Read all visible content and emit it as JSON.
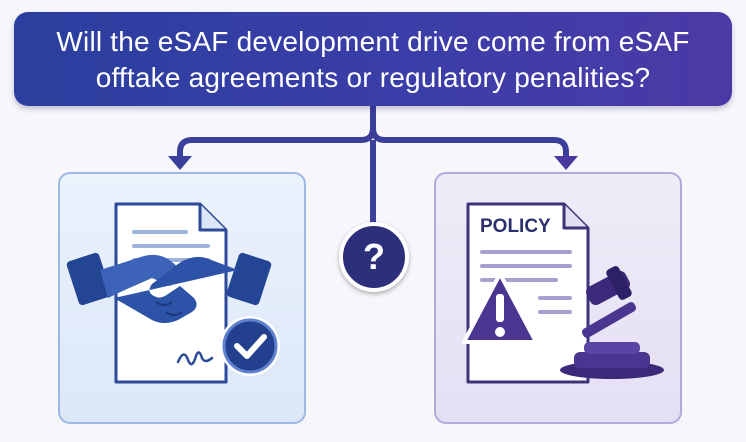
{
  "title": {
    "line1": "Will the eSAF development drive come from eSAF",
    "line2": "offtake agreements or regulatory penalities?"
  },
  "center": {
    "symbol": "?"
  },
  "left_panel": {
    "icons": [
      "document-icon",
      "handshake-icon",
      "signature-icon",
      "checkmark-badge-icon"
    ]
  },
  "right_panel": {
    "document_label": "POLICY",
    "icons": [
      "policy-document-icon",
      "warning-triangle-icon",
      "gavel-icon"
    ]
  },
  "colors": {
    "title_bg": "#3b3ea8",
    "connector": "#3a3f9c",
    "left_accent": "#2d4a9a",
    "right_accent": "#4a3590",
    "question_bg": "#2c2f7a"
  }
}
